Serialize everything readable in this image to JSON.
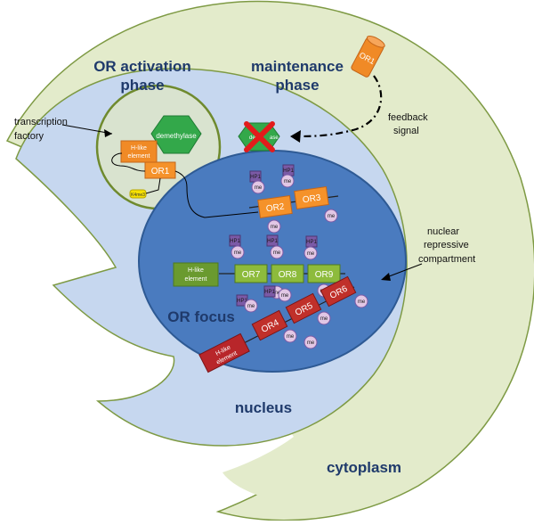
{
  "titles": {
    "activation_line1": "OR activation",
    "activation_line2": "phase",
    "maintenance_line1": "maintenance",
    "maintenance_line2": "phase"
  },
  "labels": {
    "transcription_line1": "transcription",
    "transcription_line2": "factory",
    "feedback_line1": "feedback",
    "feedback_line2": "signal",
    "nuclear_line1": "nuclear",
    "nuclear_line2": "repressive",
    "nuclear_line3": "compartment",
    "or_focus": "OR focus",
    "nucleus": "nucleus",
    "cytoplasm": "cytoplasm"
  },
  "factory": {
    "demethylase": "demethylase",
    "hlike_line1": "H-like",
    "hlike_line2": "element",
    "or1": "OR1",
    "k4me3": "K4me3"
  },
  "receptor": {
    "label": "OR1"
  },
  "blocked_enzyme": {
    "left": "dem",
    "right": "ase"
  },
  "genes": {
    "or2": "OR2",
    "or3": "OR3",
    "or4": "OR4",
    "or5": "OR5",
    "or6": "OR6",
    "or7": "OR7",
    "or8": "OR8",
    "or9": "OR9"
  },
  "hlike_green": {
    "line1": "H-like",
    "line2": "element"
  },
  "hlike_red": {
    "line1": "H-like",
    "line2": "element"
  },
  "marks": {
    "hp1": "HP1",
    "me": "me"
  },
  "colors": {
    "cytoplasm": "#e3ebcb",
    "nucleus": "#c6d7ef",
    "focus": "#4a7bbf",
    "orange_gene": "#f5922a",
    "green_gene": "#8dbb3c",
    "red_gene": "#c0302a",
    "demethylase": "#33a84a"
  }
}
